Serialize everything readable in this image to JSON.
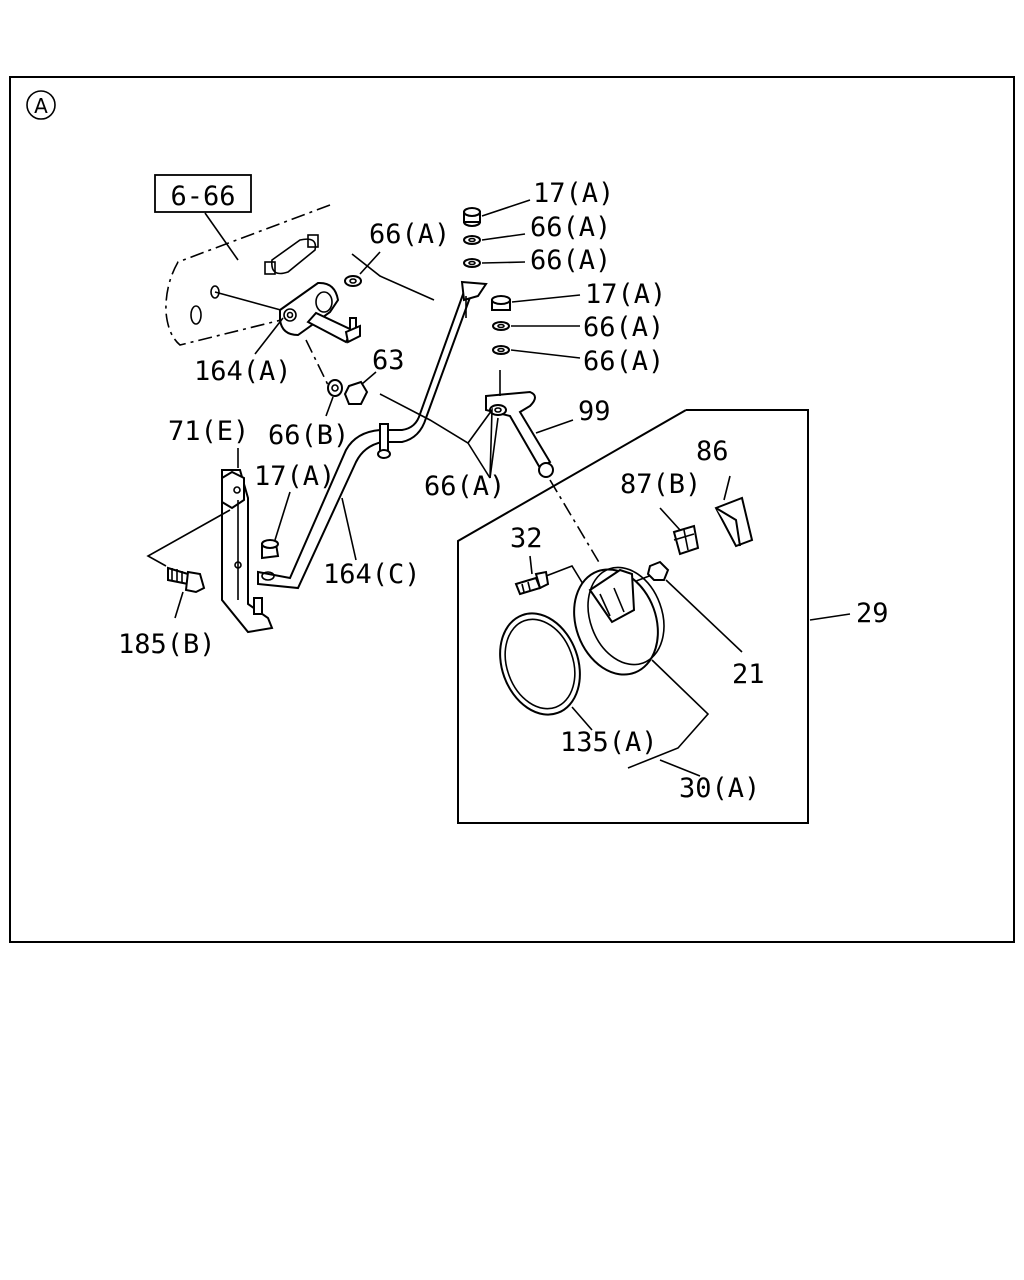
{
  "section_marker": "A",
  "reference_box": "6-66",
  "labels": {
    "l_17a_1": "17(A)",
    "l_66a_1": "66(A)",
    "l_66a_2": "66(A)",
    "l_66a_3": "66(A)",
    "l_17a_2": "17(A)",
    "l_66a_4": "66(A)",
    "l_66a_5": "66(A)",
    "l_99": "99",
    "l_164a": "164(A)",
    "l_63": "63",
    "l_71e": "71(E)",
    "l_66b": "66(B)",
    "l_17a_3": "17(A)",
    "l_66a_6": "66(A)",
    "l_86": "86",
    "l_87b": "87(B)",
    "l_32": "32",
    "l_164c": "164(C)",
    "l_185b": "185(B)",
    "l_29": "29",
    "l_21": "21",
    "l_135a": "135(A)",
    "l_30a": "30(A)"
  }
}
